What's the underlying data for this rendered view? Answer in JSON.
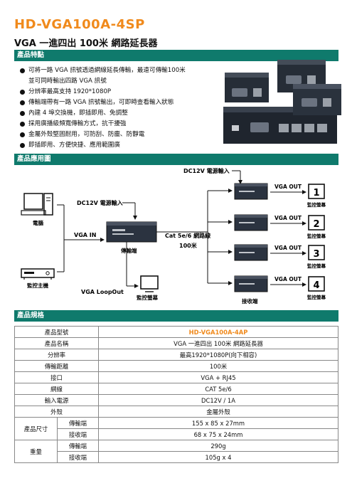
{
  "header": {
    "model": "HD-VGA100A-4SP",
    "product_name": "VGA 一進四出 100米 網路延長器"
  },
  "sections": {
    "features": "產品特點",
    "application": "產品應用圖",
    "specs": "產品規格"
  },
  "features": [
    "可將一路 VGA 訊號透過網線延長傳輸，最遠可傳輸100米",
    "並可同時輸出四路 VGA 訊號",
    "分辨率最高支持 1920*1080P",
    "傳輸端帶有一路 VGA 訊號輸出，可即時查看輸入狀態",
    "內建 4 埠交換機，即插即用、免調整",
    "採用廣播級頻寬傳輸方式，抗干擾強",
    "金屬外殼堅固耐用，可防刮、防塵、防靜電",
    "即插即用、方便快捷、應用範圍廣"
  ],
  "diagram": {
    "dc_top": "DC12V 電源輸入",
    "dc_left": "DC12V 電源輸入",
    "computer": "電腦",
    "vga_in": "VGA IN",
    "transmitter": "傳輸端",
    "cable": "Cat 5e/6 網路線",
    "distance": "100米",
    "host": "監控主機",
    "vga_loop": "VGA LoopOut",
    "monitor": "監控螢幕",
    "receiver": "接收端",
    "vga_out": "VGA OUT",
    "outputs": [
      "1",
      "2",
      "3",
      "4"
    ]
  },
  "specs": {
    "rows": [
      {
        "label": "產品型號",
        "value": "HD-VGA100A-4AP"
      },
      {
        "label": "產品名稱",
        "value": "VGA 一進四出 100米 網路延長器"
      },
      {
        "label": "分辨率",
        "value": "最高1920*1080P(向下相容)"
      },
      {
        "label": "傳輸距離",
        "value": "100米"
      },
      {
        "label": "接口",
        "value": "VGA + RJ45"
      },
      {
        "label": "網線",
        "value": "CAT 5e/6"
      },
      {
        "label": "輸入電源",
        "value": "DC12V / 1A"
      },
      {
        "label": "外殼",
        "value": "金屬外殼"
      }
    ],
    "size": {
      "label": "產品尺寸",
      "items": [
        {
          "sub": "傳輸端",
          "value": "155 x 85 x 27mm"
        },
        {
          "sub": "接收端",
          "value": "68 x 75 x 24mm"
        }
      ]
    },
    "weight": {
      "label": "重量",
      "items": [
        {
          "sub": "傳輸端",
          "value": "290g"
        },
        {
          "sub": "接收端",
          "value": "105g x 4"
        }
      ]
    }
  },
  "colors": {
    "accent": "#f08a1c",
    "section": "#0f7a6c",
    "device": "#2b3340"
  }
}
